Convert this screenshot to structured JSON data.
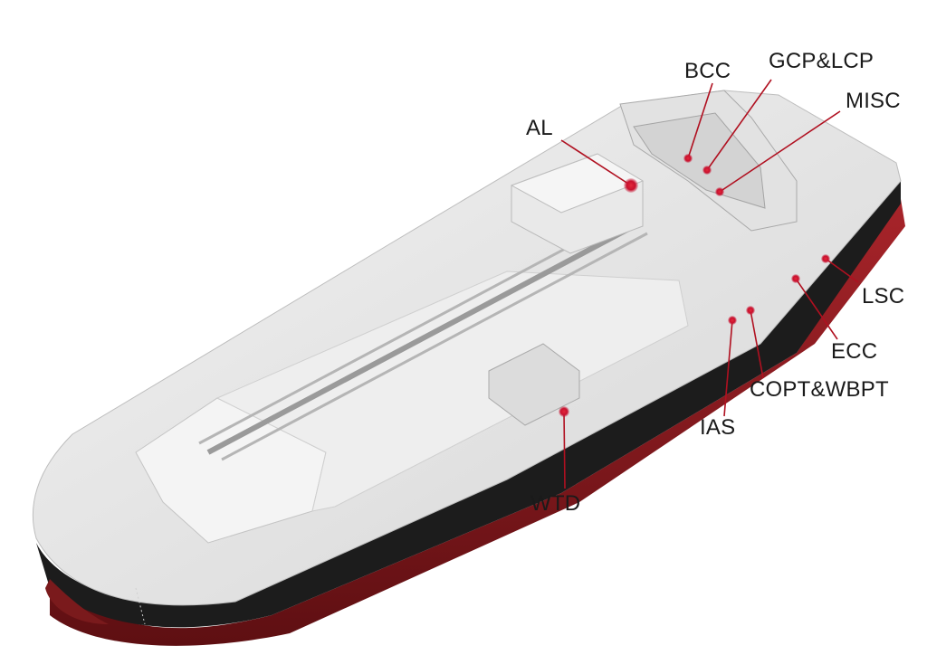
{
  "labels": {
    "bcc": "BCC",
    "gcp_lcp": "GCP&LCP",
    "misc": "MISC",
    "al": "AL",
    "lsc": "LSC",
    "ecc": "ECC",
    "copt_wbpt": "COPT&WBPT",
    "ias": "IAS",
    "wtd": "WTD"
  },
  "colors": {
    "marker": "#c8102e",
    "leader": "#b01020",
    "hull_red": "#8e1b1e",
    "hull_black": "#1b1b1b",
    "deck": "#e6e6e6"
  }
}
